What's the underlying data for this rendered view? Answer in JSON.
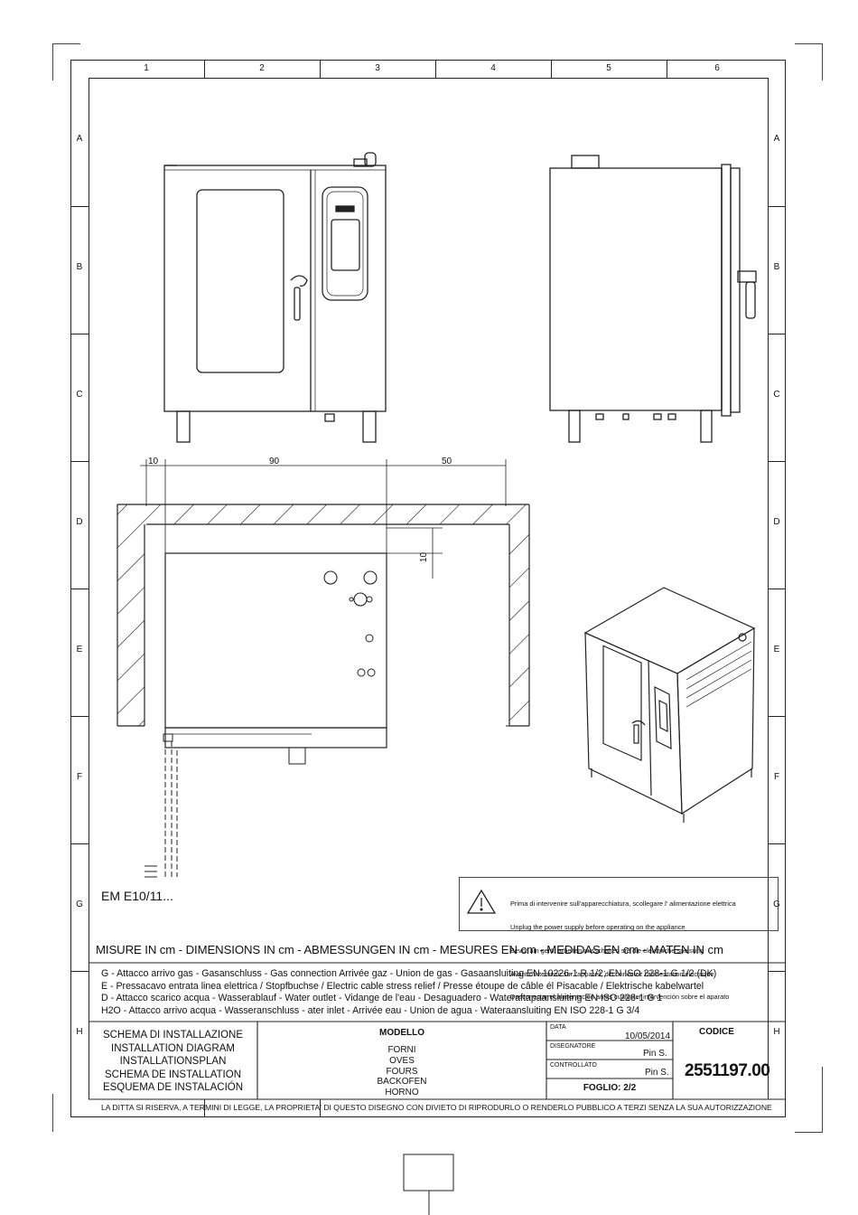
{
  "grid": {
    "columns": [
      "1",
      "2",
      "3",
      "4",
      "5",
      "6"
    ],
    "rows": [
      "A",
      "B",
      "C",
      "D",
      "E",
      "F",
      "G",
      "H"
    ]
  },
  "dimensions": {
    "left_gap": "10",
    "width": "90",
    "right_gap": "50",
    "top_gap": "10"
  },
  "model_label": "EM E10/11...",
  "warning": {
    "lines": [
      "Prima di intervenire sull'apparecchiatura, scollegare l' alimentazione elettrica",
      "Unplug the power supply before operating on the appliance",
      "Bevor am gerät arbeiten ausschalten srè die elektrische speisung",
      "Avant d'intervenir sur l'appareil, déconnectez l'alimentation électrique",
      "Desconectar el alimentación antes cualquier intervención sobre el aparato"
    ]
  },
  "measures": "MISURE IN cm - DIMENSIONS IN cm - ABMESSUNGEN IN cm - MESURES EN cm - MEDIDAS EN cm - MATEN IN cm",
  "legend": [
    "G - Attacco arrivo gas - Gasanschluss - Gas connection Arrivée gaz - Union de gas - Gasaansluiting EN 10226-1 R 1/2; EN ISO 228-1 G 1/2 (DK)",
    "E - Pressacavo entrata linea elettrica / Stopfbuchse / Electric cable stress relief / Presse étoupe de câble él Pisacable / Elektrische kabelwartel",
    "D - Attacco scarico acqua  - Wasserablauf - Water outlet - Vidange de l'eau - Desaguadero - Wateraftapaansluiting  EN ISO 228-1 G 1",
    "H2O - Attacco arrivo acqua - Wasseranschluss - ater inlet - Arrivée eau - Union de agua - Wateraansluiting   EN ISO 228-1 G 3/4"
  ],
  "title_block": {
    "title_lines": [
      "SCHEMA DI INSTALLAZIONE",
      "INSTALLATION DIAGRAM",
      "INSTALLATIONSPLAN",
      "SCHEMA DE INSTALLATION",
      "ESQUEMA DE INSTALACIÓN"
    ],
    "model_label": "MODELLO",
    "model_lines": [
      "FORNI",
      "OVES",
      "FOURS",
      "BACKOFEN",
      "HORNO"
    ],
    "date_label": "DATA",
    "date_value": "10/05/2014",
    "designer_label": "DISEGNATORE",
    "designer_value": "Pin S.",
    "checked_label": "CONTROLLATO",
    "checked_value": "Pin S.",
    "sheet": "FOGLIO: 2/2",
    "code_label": "CODICE",
    "code_value": "2551197.00"
  },
  "footer": "LA DITTA SI RISERVA, A TERMINI DI LEGGE, LA PROPRIETA' DI QUESTO DISEGNO CON DIVIETO DI RIPRODURLO O RENDERLO PUBBLICO A TERZI SENZA LA SUA AUTORIZZAZIONE"
}
